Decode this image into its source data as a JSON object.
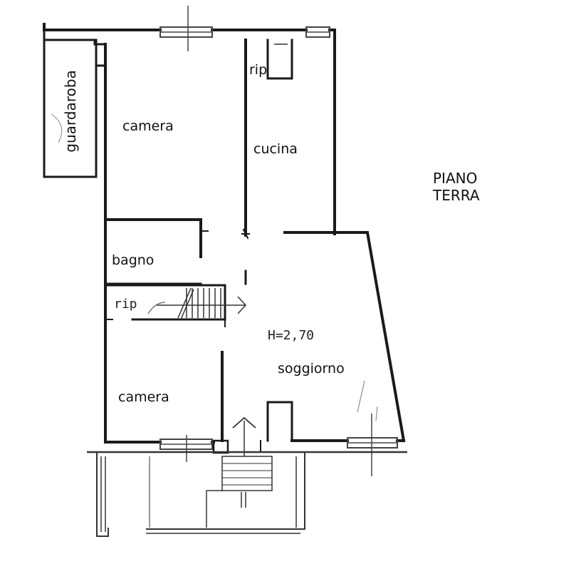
{
  "rooms": {
    "guardaroba": "guardaroba",
    "camera_top": "camera",
    "rip_top": "rip",
    "cucina": "cucina",
    "bagno": "bagno",
    "rip_stair": "rip",
    "camera_bottom": "camera",
    "soggiorno": "soggiorno"
  },
  "height_note": "H=2,70",
  "floor_label": {
    "line1": "PIANO",
    "line2": "TERRA"
  },
  "colors": {
    "wall": "#1a1a1a",
    "thin": "#444444",
    "text": "#111111"
  }
}
